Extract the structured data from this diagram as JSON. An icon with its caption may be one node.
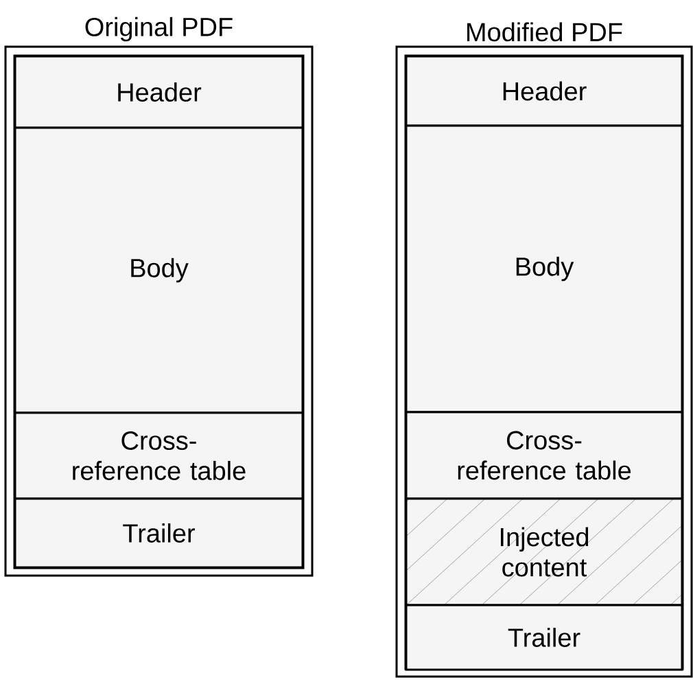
{
  "diagram": {
    "nodes": [
      {
        "text": [
          "Original PDF"
        ]
      },
      {
        "text": [
          "Header"
        ],
        "in": 0
      },
      {
        "text": [
          "Body"
        ],
        "in": 0
      },
      {
        "text": [
          "Cross-reference table"
        ],
        "in": 0
      },
      {
        "text": [
          "Trailer"
        ],
        "in": 0
      },
      {
        "text": [
          "Modified PDF"
        ]
      },
      {
        "text": [
          "Header"
        ],
        "in": 5
      },
      {
        "text": [
          "Body"
        ],
        "in": 5
      },
      {
        "text": [
          "Cross-reference table"
        ],
        "in": 5
      },
      {
        "text": [
          "Injected content"
        ],
        "in": 5
      },
      {
        "text": [
          "Trailer"
        ],
        "in": 5
      }
    ]
  }
}
